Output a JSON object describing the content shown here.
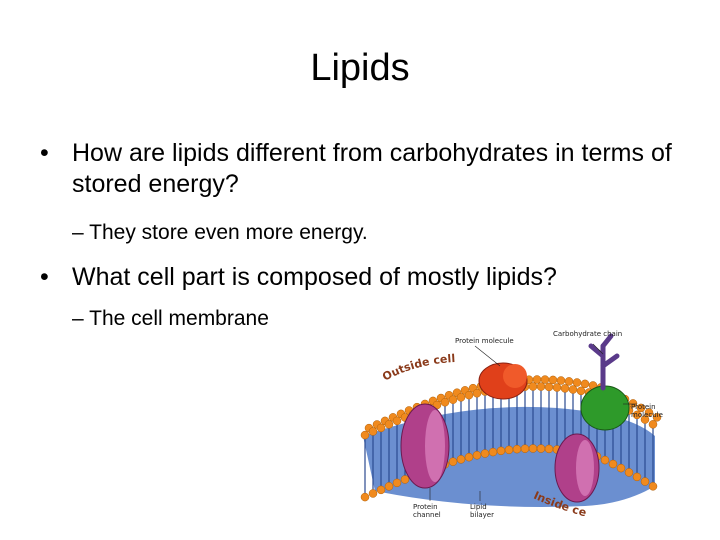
{
  "slide": {
    "title": "Lipids",
    "bullets": [
      {
        "marker": "•",
        "text": "How are lipids different from carbohydrates in terms of stored energy?",
        "sub": {
          "marker": "–",
          "text": "They store even more energy."
        }
      },
      {
        "marker": "•",
        "text": "What cell part is composed of mostly lipids?",
        "sub": {
          "marker": "–",
          "text": "The cell membrane"
        }
      }
    ]
  },
  "figure": {
    "labels": {
      "outside": "Outside cell",
      "inside": "Inside cell",
      "protein_top": "Protein molecule",
      "carbohydrate": "Carbohydrate chain",
      "protein_right": "Protein molecule",
      "protein_channel": "Protein channel",
      "lipid_bilayer": "Lipid bilayer"
    },
    "colors": {
      "lipid_head": "#f08a1e",
      "lipid_tail": "#4a6fb5",
      "protein_red": "#e0401a",
      "protein_green": "#2e9a2a",
      "protein_purple": "#b0408a",
      "carbohydrate": "#5a3a8a"
    }
  }
}
